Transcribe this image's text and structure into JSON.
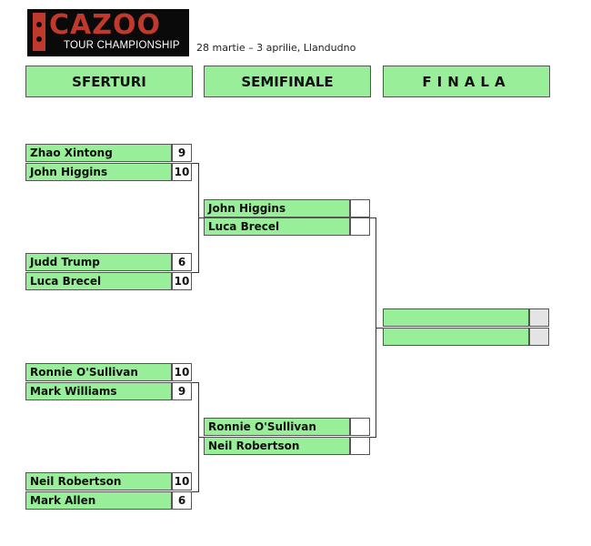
{
  "header": {
    "logo_word": "CAZOO",
    "logo_sub": "TOUR CHAMPIONSHIP",
    "date": "28 martie – 3 aprilie, Llandudno"
  },
  "rounds": [
    "SFERTURI",
    "SEMIFINALE",
    "FINALA"
  ],
  "quarterfinals": [
    {
      "p1": "Zhao Xintong",
      "s1": "9",
      "p2": "John Higgins",
      "s2": "10"
    },
    {
      "p1": "Judd Trump",
      "s1": "6",
      "p2": "Luca Brecel",
      "s2": "10"
    },
    {
      "p1": "Ronnie O'Sullivan",
      "s1": "10",
      "p2": "Mark Williams",
      "s2": "9"
    },
    {
      "p1": "Neil Robertson",
      "s1": "10",
      "p2": "Mark Allen",
      "s2": "6"
    }
  ],
  "semifinals": [
    {
      "p1": "John Higgins",
      "s1": "",
      "p2": "Luca Brecel",
      "s2": ""
    },
    {
      "p1": "Ronnie O'Sullivan",
      "s1": "",
      "p2": "Neil Robertson",
      "s2": ""
    }
  ],
  "final": {
    "p1": "",
    "s1": "",
    "p2": "",
    "s2": ""
  }
}
